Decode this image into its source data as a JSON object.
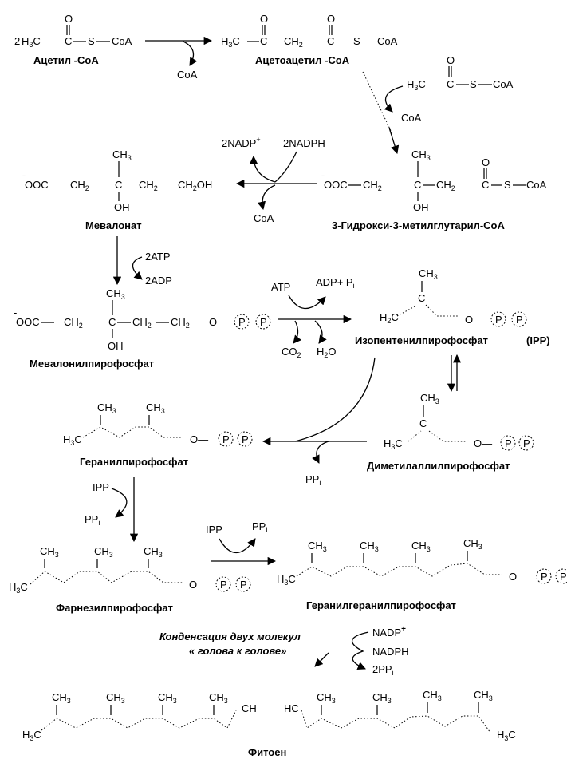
{
  "labels": {
    "acetyl_coa": "Ацетил -CoA",
    "acetoacetyl_coa": "Ацетоацетил -CoA",
    "hmg_coa": "3-Гидрокси-3-метилглутарил-CoA",
    "mevalonate": "Мевалонат",
    "mevalonyl_pp": "Мевалонилпирофосфат",
    "ipp_full": "Изопентенилпирофосфат",
    "ipp_abbr": "(IPP)",
    "dmapp": "Диметилаллилпирофосфат",
    "geranyl_pp": "Геранилпирофосфат",
    "farnesyl_pp": "Фарнезилпирофосфат",
    "geranylgeranyl_pp": "Геранилгеранилпирофосфат",
    "phytoene": "Фитоен",
    "condensation_line1": "Конденсация двух молекул",
    "condensation_line2": "« голова к голове»"
  },
  "formula": {
    "two": "2",
    "h3c": "H",
    "c": "C",
    "o": "O",
    "s": "S",
    "coa": "CoA",
    "ch2": "CH",
    "ch3": "CH",
    "oh": "OH",
    "ooc": "OOC",
    "minus": "-",
    "ch2oh": "CH",
    "p": "P",
    "ch": "CH",
    "hc": "HC",
    "h2c": "H",
    "dash_o": "O—"
  },
  "cofactors": {
    "coa": "CoA",
    "two_nadp_plus": "2NADP",
    "two_nadph": "2NADPH",
    "two_atp": "2ATP",
    "two_adp": "2ADP",
    "atp": "ATP",
    "adp_pi": "ADP+ P",
    "co2": "CO",
    "h2o": "H",
    "ipp": "IPP",
    "ppi": "PP",
    "nadp_plus": "NADP",
    "nadph": "NADPH",
    "two_ppi": "2PP"
  }
}
